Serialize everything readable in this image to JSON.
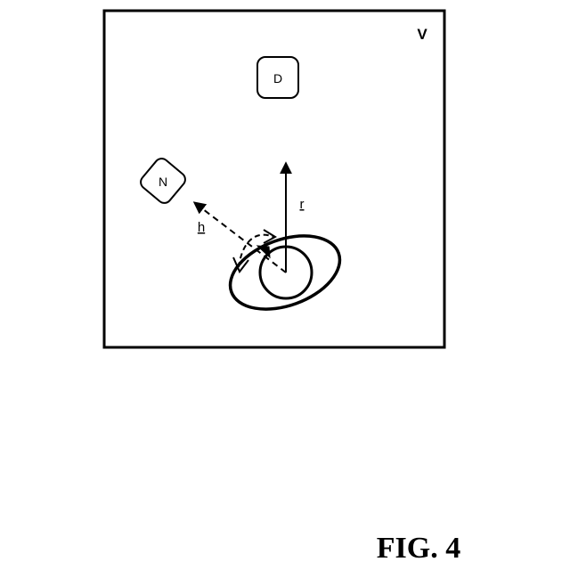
{
  "figure": {
    "region_label": "V",
    "detector_label": "D",
    "object_label": "N",
    "vector_r_label": "r",
    "vector_h_label": "h",
    "caption": "FIG. 4"
  }
}
